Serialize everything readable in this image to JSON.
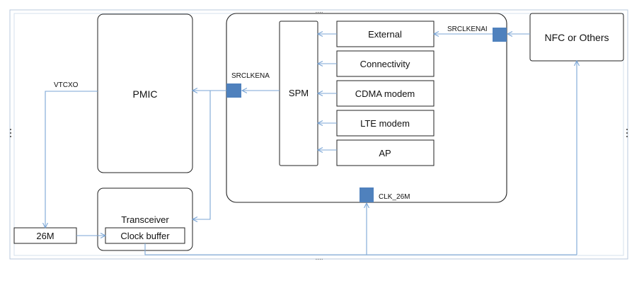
{
  "blocks": {
    "pmic": "PMIC",
    "spm": "SPM",
    "transceiver": "Transceiver",
    "clock_buffer": "Clock buffer",
    "osc": "26M",
    "nfc": "NFC or Others",
    "external": "External",
    "connectivity": "Connectivity",
    "cdma": "CDMA modem",
    "lte": "LTE modem",
    "ap": "AP"
  },
  "signals": {
    "vtcxo": "VTCXO",
    "srclkena": "SRCLKENA",
    "srclkenai": "SRCLKENAI",
    "clk_26m": "CLK_26M"
  },
  "handles": {
    "top": "....",
    "bottom": "...."
  },
  "colors": {
    "line": "#7ba6d6",
    "pin": "#4f81bd",
    "box": "#222222",
    "frame": "#b9c9dd"
  }
}
